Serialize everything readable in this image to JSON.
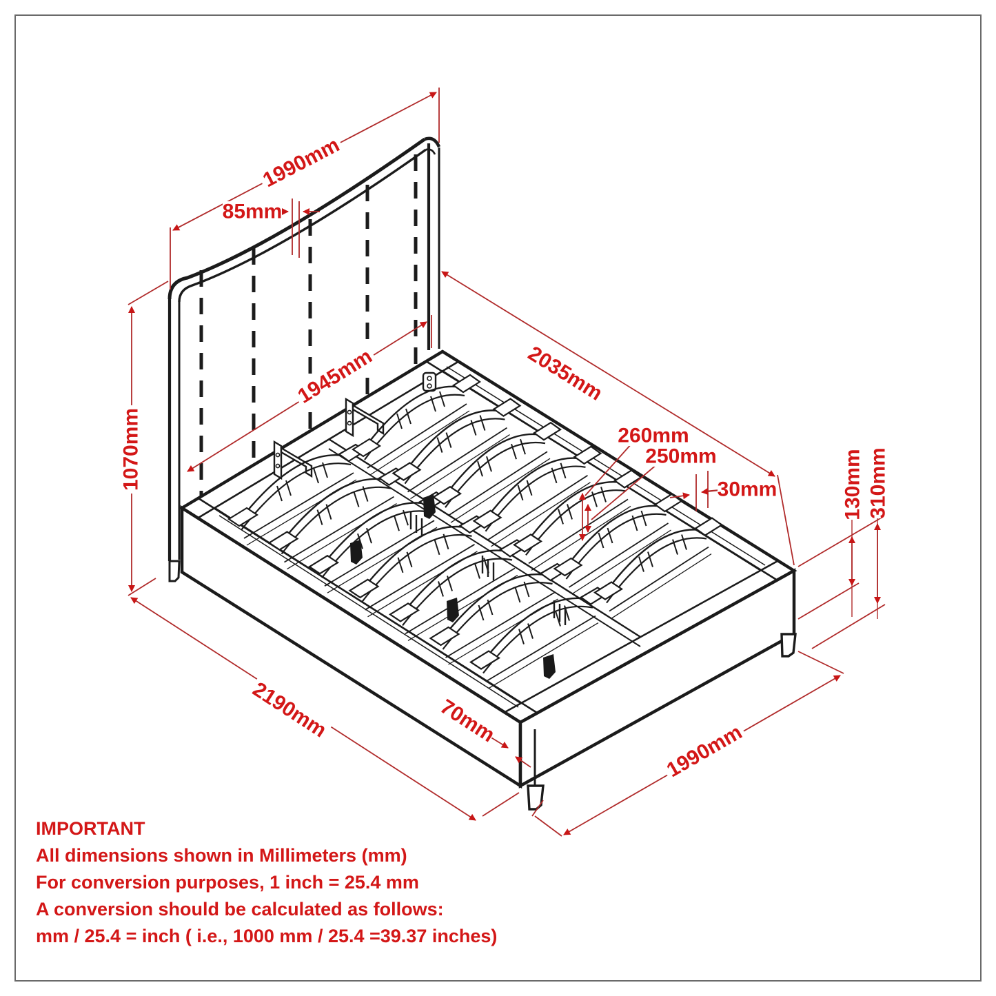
{
  "drawing": {
    "type": "bed-frame-technical-drawing",
    "units": "mm"
  },
  "dimensions": {
    "headboard_width": "1990mm",
    "channel_width": "85mm",
    "inner_width": "1945mm",
    "overall_length": "2035mm",
    "headboard_height": "1070mm",
    "slat_spacing_a": "260mm",
    "slat_spacing_b": "250mm",
    "rail_edge_width": "30mm",
    "frame_rail_height": "130mm",
    "platform_height": "310mm",
    "side_length": "2190mm",
    "rail_top_depth": "70mm",
    "footboard_width": "1990mm"
  },
  "notes": {
    "heading": "IMPORTANT",
    "line1": "All dimensions shown in Millimeters (mm)",
    "line2": "For conversion purposes, 1 inch = 25.4 mm",
    "line3": "A conversion should be calculated as follows:",
    "line4": "mm / 25.4 = inch ( i.e., 1000 mm / 25.4 =39.37 inches)"
  },
  "colors": {
    "dimension_red": "#d31717",
    "line_red": "#b02a2a",
    "drawing_black": "#1b1b1b",
    "border_gray": "#6a6a6a",
    "background": "#ffffff"
  }
}
